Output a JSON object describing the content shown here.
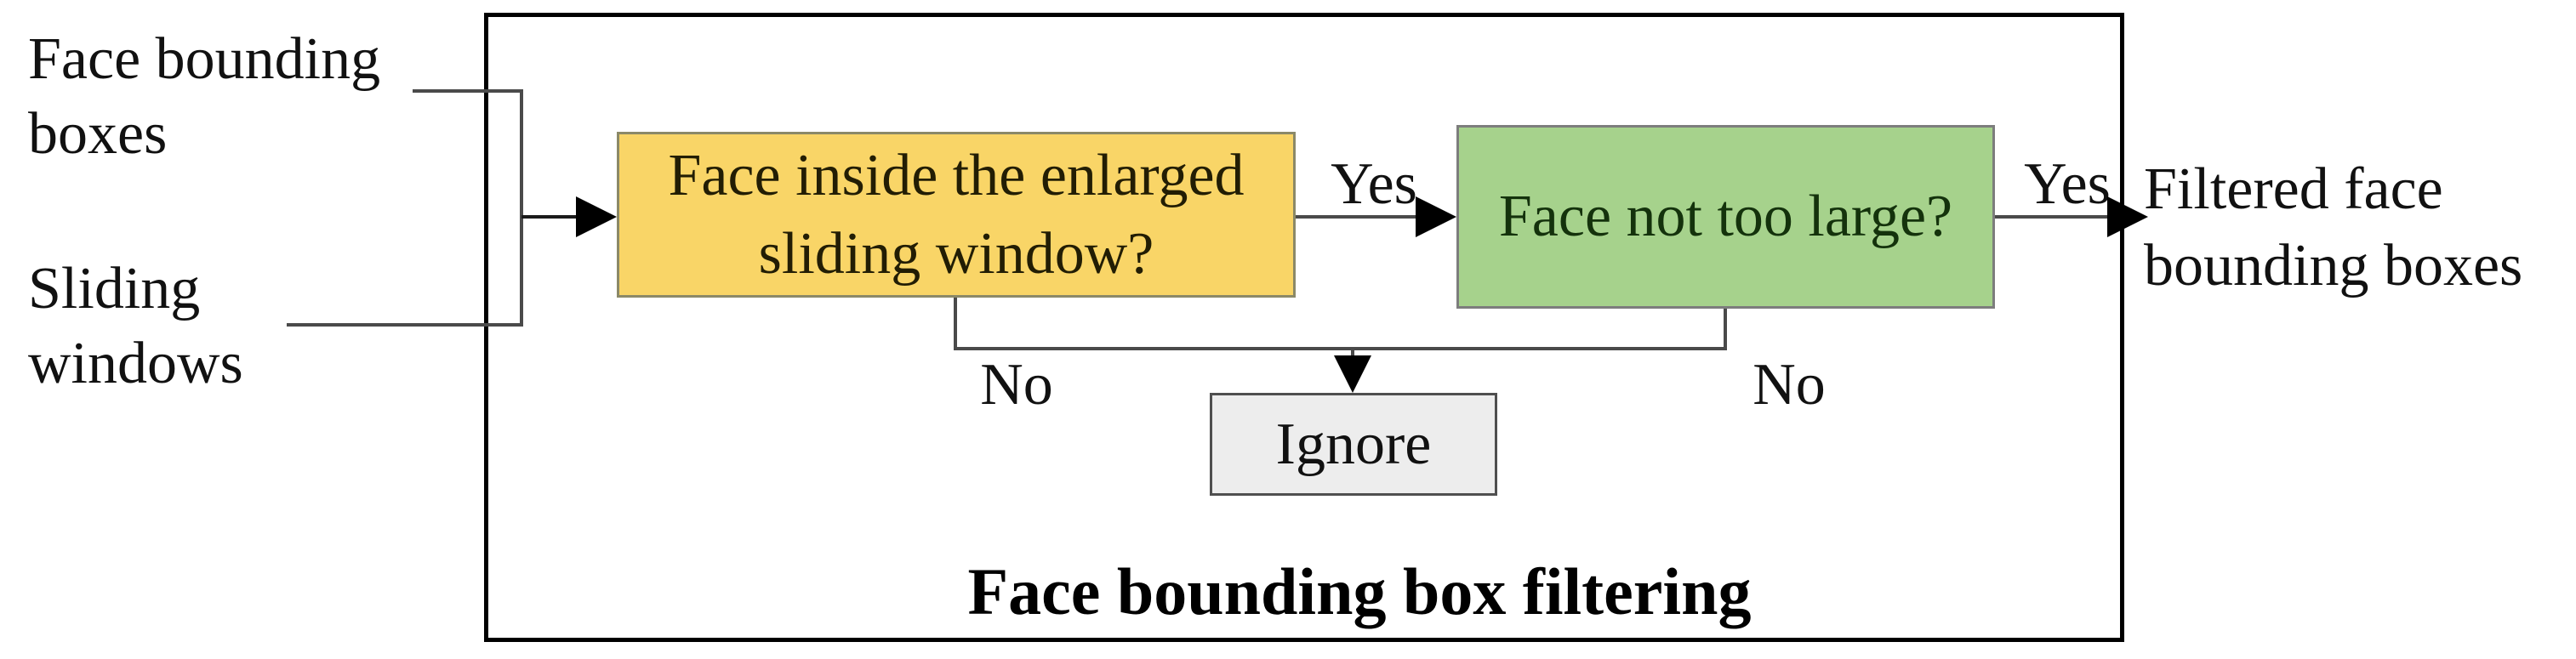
{
  "diagram": {
    "title": "Face bounding box filtering",
    "inputs": {
      "face_boxes": "Face bounding\nboxes",
      "sliding_windows": "Sliding\nwindows"
    },
    "output": "Filtered face\nbounding boxes",
    "nodes": {
      "decision1": "Face inside the enlarged\nsliding window?",
      "decision2": "Face not too large?",
      "ignore": "Ignore"
    },
    "edge_labels": {
      "yes1": "Yes",
      "yes2": "Yes",
      "no1": "No",
      "no2": "No"
    },
    "colors": {
      "decision1_fill": "#f9d567",
      "decision1_border": "#8b8968",
      "decision2_fill": "#a6d28c",
      "decision2_border": "#7d7d7d",
      "ignore_fill": "#ededed",
      "ignore_border": "#4f4f4f",
      "connector_line": "#4a4a4a",
      "frame_border": "#000000",
      "background": "#ffffff"
    }
  }
}
